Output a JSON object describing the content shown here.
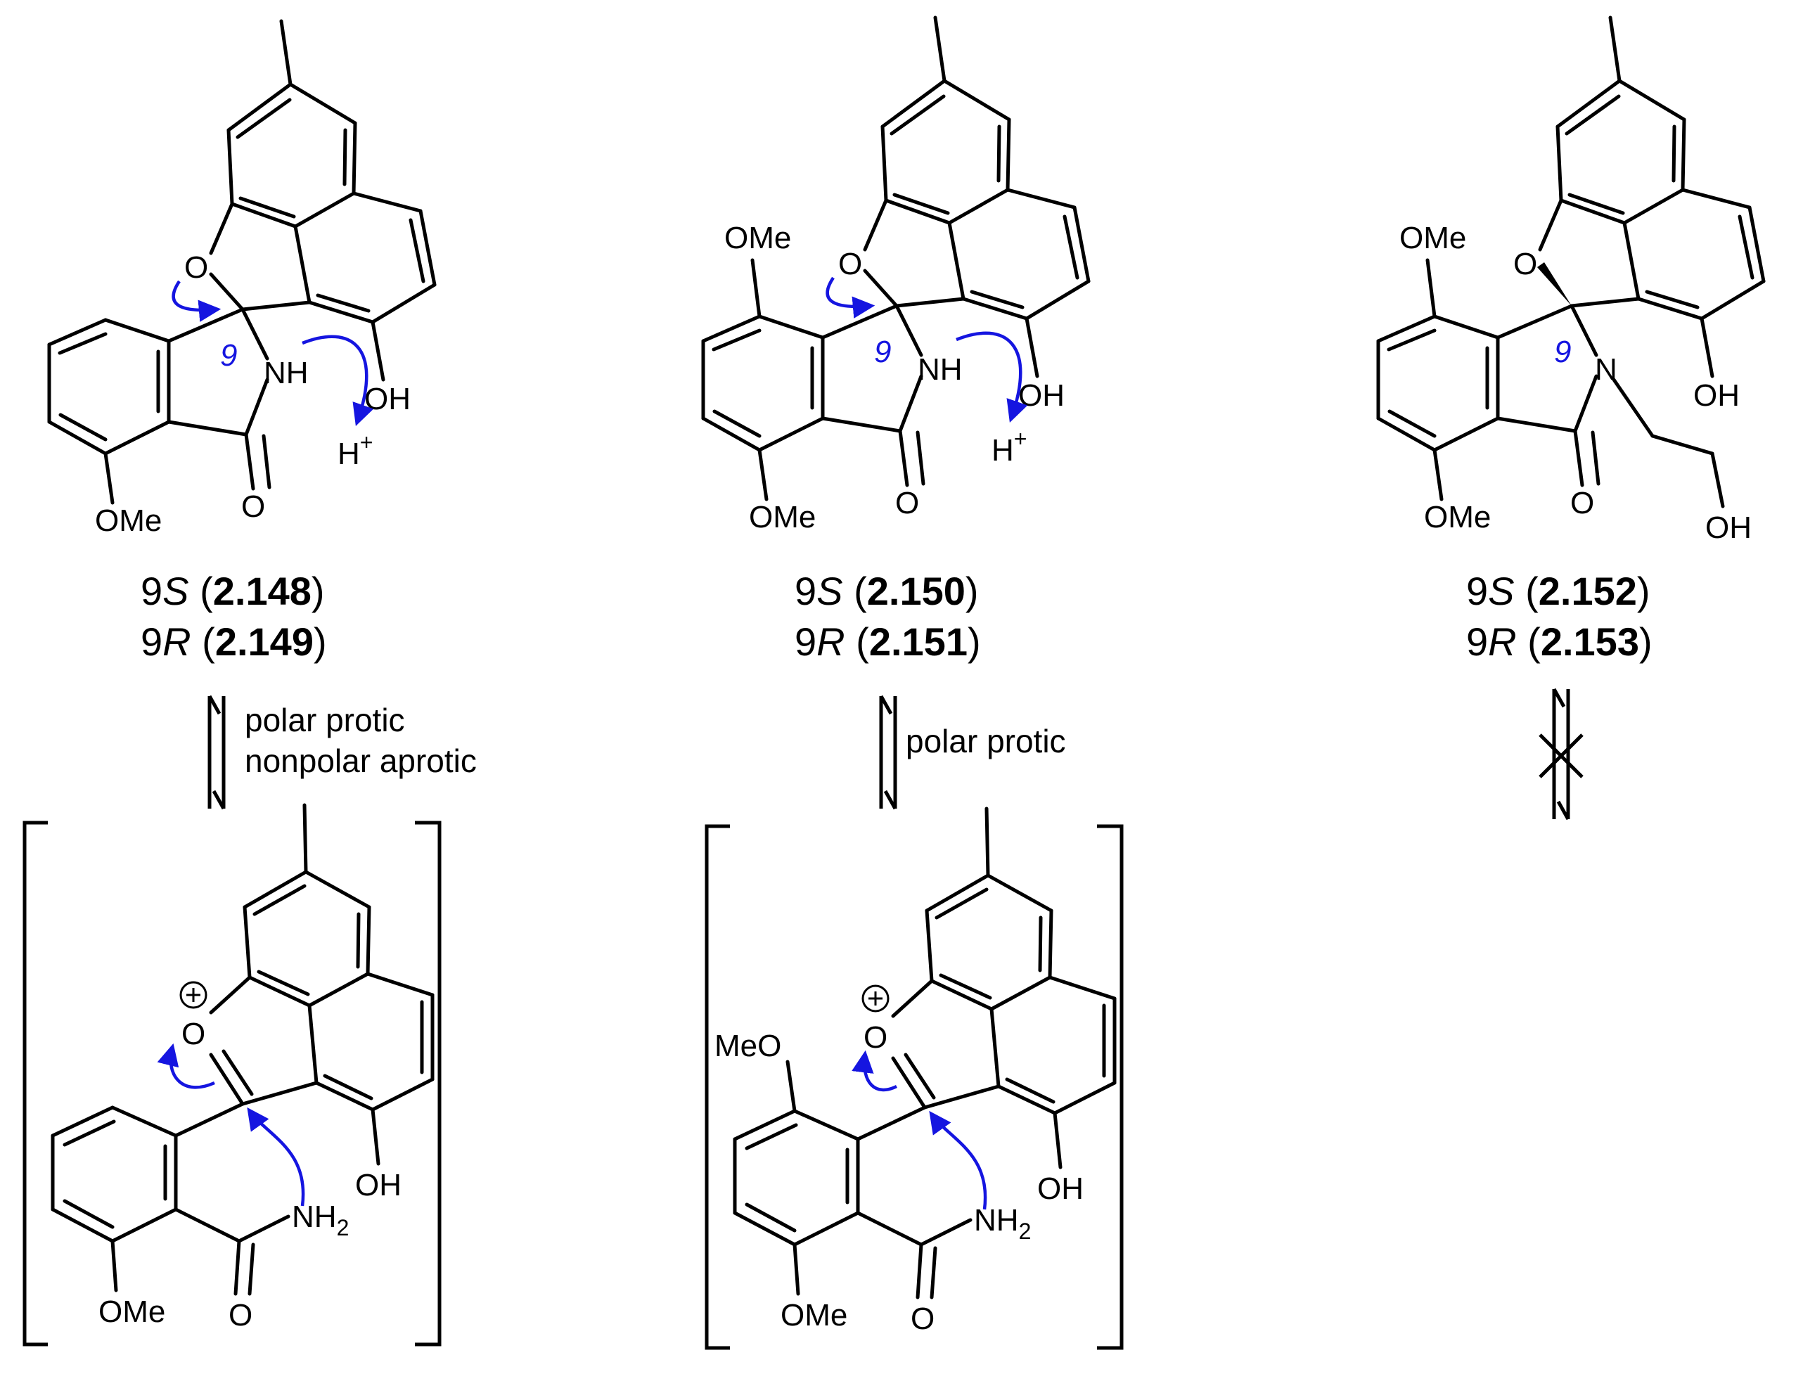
{
  "scheme": {
    "molecules": [
      {
        "id": "m1",
        "atoms": {
          "O": "O",
          "NH": "NH",
          "OH": "OH",
          "OMe": "OMe",
          "O_carbonyl": "O",
          "H_plus": "H",
          "plus": "+"
        },
        "locant": "9",
        "caption": {
          "s_prefix": "9",
          "s_letter": "S",
          "s_compound": "2.148",
          "r_prefix": "9",
          "r_letter": "R",
          "r_compound": "2.149"
        }
      },
      {
        "id": "m2",
        "atoms": {
          "O": "O",
          "NH": "NH",
          "OH": "OH",
          "OMe_top": "OMe",
          "OMe_bottom": "OMe",
          "O_carbonyl": "O",
          "H_plus": "H",
          "plus": "+"
        },
        "locant": "9",
        "caption": {
          "s_prefix": "9",
          "s_letter": "S",
          "s_compound": "2.150",
          "r_prefix": "9",
          "r_letter": "R",
          "r_compound": "2.151"
        }
      },
      {
        "id": "m3",
        "atoms": {
          "O": "O",
          "N": "N",
          "OH": "OH",
          "OMe_top": "OMe",
          "OMe_bottom": "OMe",
          "O_carbonyl": "O",
          "OH_chain": "OH"
        },
        "locant": "9",
        "caption": {
          "s_prefix": "9",
          "s_letter": "S",
          "s_compound": "2.152",
          "r_prefix": "9",
          "r_letter": "R",
          "r_compound": "2.153"
        }
      }
    ],
    "intermediates": [
      {
        "id": "i1",
        "atoms": {
          "O_plus": "O",
          "O": "O",
          "OH": "OH",
          "NH2": "NH",
          "NH2_sub": "2",
          "O_amide": "O",
          "OMe": "OMe"
        }
      },
      {
        "id": "i2",
        "atoms": {
          "O_plus": "O",
          "O": "O",
          "OH": "OH",
          "NH2": "NH",
          "NH2_sub": "2",
          "O_amide": "O",
          "MeO": "MeO",
          "OMe": "OMe"
        }
      }
    ],
    "equilibria": [
      {
        "id": "eq1",
        "condition_line1": "polar protic",
        "condition_line2": "nonpolar aprotic"
      },
      {
        "id": "eq2",
        "condition_line1": "polar protic"
      },
      {
        "id": "eq3",
        "blocked": true
      }
    ],
    "colors": {
      "arrow": "#1515e0",
      "ink": "#000000",
      "background": "#ffffff"
    }
  }
}
